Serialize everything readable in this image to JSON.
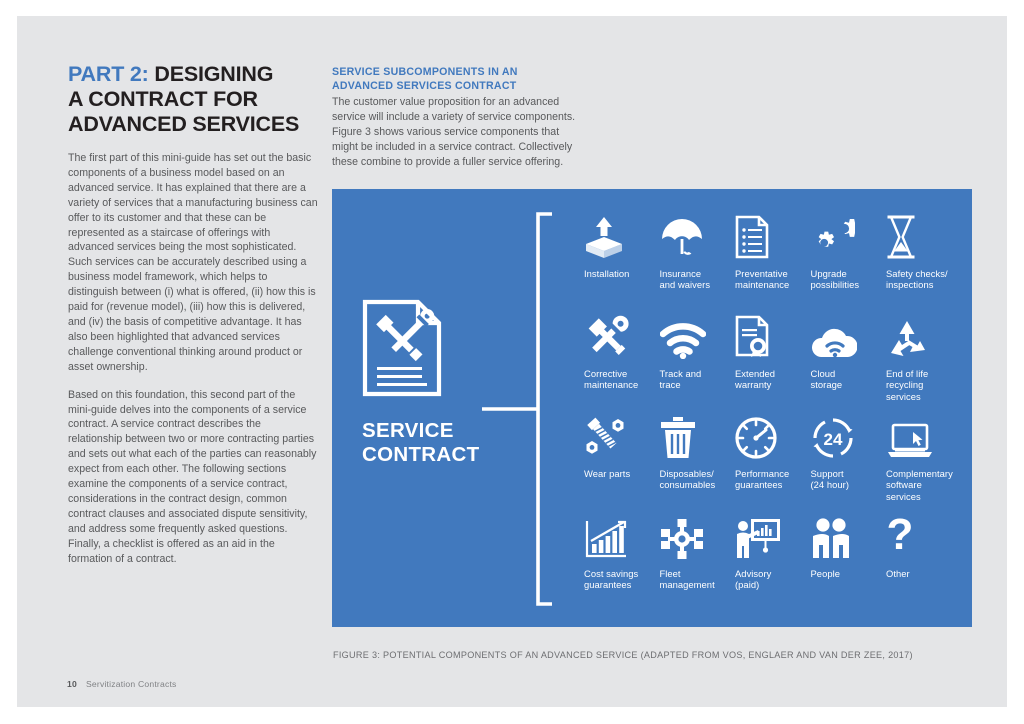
{
  "page": {
    "background_color": "#e4e5e7",
    "accent_color": "#4179be",
    "body_text_color": "#58595b"
  },
  "heading": {
    "part_label": "PART 2:",
    "line1_rest": " DESIGNING",
    "line2": "A CONTRACT FOR",
    "line3": "ADVANCED SERVICES"
  },
  "left_column": {
    "paragraphs": [
      "The first part of this mini-guide has set out the basic components of a business model based on an advanced service. It has explained that there are a variety of services that a manufacturing business can offer to its customer and that these can be represented as a staircase of offerings with advanced services being the most sophisticated. Such services can be accurately described using a business model framework, which helps to distinguish between (i) what is offered, (ii) how this is paid for (revenue model), (iii) how this is delivered, and (iv) the basis of competitive advantage. It has also been highlighted that advanced services challenge conventional thinking around product or asset ownership.",
      "Based on this foundation, this second part of the mini-guide delves into the components of a service contract. A service contract describes the relationship between two or more contracting parties and sets out what each of the parties can reasonably expect from each other. The following sections examine the components of a service contract, considerations in the contract design, common contract clauses and associated dispute sensitivity, and address some frequently asked questions. Finally, a checklist is offered as an aid in the formation of a contract."
    ]
  },
  "right_column": {
    "subheading_line1": "SERVICE SUBCOMPONENTS IN AN",
    "subheading_line2": "ADVANCED SERVICES CONTRACT",
    "paragraph": "The customer value proposition for an advanced service will include a variety of service components. Figure 3 shows various service components that might be included in a service contract. Collectively these combine to provide a fuller service offering."
  },
  "figure": {
    "center_title": "SERVICE\nCONTRACT",
    "center_icon": "contract-document-tools-icon",
    "panel_color": "#4179be",
    "items": [
      {
        "label": "Installation",
        "icon": "open-box-install-icon"
      },
      {
        "label": "Insurance\nand waivers",
        "icon": "umbrella-icon"
      },
      {
        "label": "Preventative\nmaintenance",
        "icon": "checklist-document-icon"
      },
      {
        "label": "Upgrade\npossibilities",
        "icon": "gears-icon"
      },
      {
        "label": "Safety checks/\ninspections",
        "icon": "hourglass-icon"
      },
      {
        "label": "Corrective\nmaintenance",
        "icon": "crossed-wrench-screwdriver-icon"
      },
      {
        "label": "Track and\ntrace",
        "icon": "wifi-signal-icon"
      },
      {
        "label": "Extended\nwarranty",
        "icon": "certificate-rosette-icon"
      },
      {
        "label": "Cloud\nstorage",
        "icon": "cloud-wifi-icon"
      },
      {
        "label": "End of life\nrecycling\nservices",
        "icon": "recycling-icon"
      },
      {
        "label": "Wear parts",
        "icon": "bolt-nut-icon"
      },
      {
        "label": "Disposables/\nconsumables",
        "icon": "trash-bin-icon"
      },
      {
        "label": "Performance\nguarantees",
        "icon": "gauge-meter-icon"
      },
      {
        "label": "Support\n(24 hour)",
        "icon": "clock-24-hour-icon"
      },
      {
        "label": "Complementary\nsoftware\nservices",
        "icon": "laptop-icon"
      },
      {
        "label": "Cost savings\nguarantees",
        "icon": "bar-chart-growth-icon"
      },
      {
        "label": "Fleet\nmanagement",
        "icon": "network-nodes-icon"
      },
      {
        "label": "Advisory\n(paid)",
        "icon": "presentation-person-icon"
      },
      {
        "label": "People",
        "icon": "two-people-icon"
      },
      {
        "label": "Other",
        "icon": "question-mark-icon"
      }
    ],
    "caption": "FIGURE 3: POTENTIAL COMPONENTS OF AN ADVANCED SERVICE (ADAPTED FROM VOS, ENGLAER AND VAN DER ZEE, 2017)"
  },
  "footer": {
    "page_number": "10",
    "document_title": "Servitization Contracts"
  }
}
